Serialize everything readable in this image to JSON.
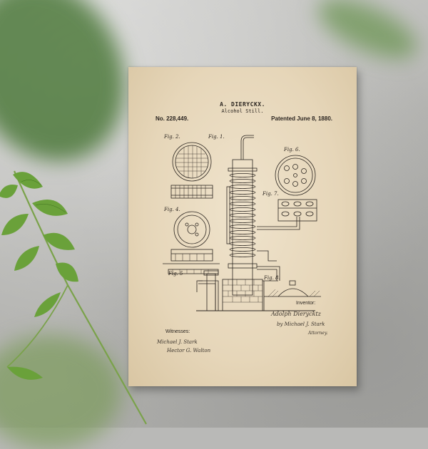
{
  "poster": {
    "inventor_name": "A. DIERYCKX.",
    "title": "Alcohol Still.",
    "patent_number": "No. 228,449.",
    "patent_date": "Patented June 8, 1880.",
    "witnesses_label": "Witnesses:",
    "inventor_label": "Inventor:",
    "witness_sig_1": "Michael J. Stark",
    "witness_sig_2": "Hector G. Walton",
    "inventor_sig": "Adolph Dierycktz",
    "attorney_sig": "by Michael J. Stark",
    "attorney_label": "Attorney.",
    "fig_labels": [
      "Fig. 2.",
      "Fig. 1.",
      "Fig. 6.",
      "Fig. 7.",
      "Fig. 4.",
      "Fig. 5",
      "Fig. 8."
    ]
  },
  "colors": {
    "wall": "#b9b9b7",
    "paper": "#e6d6b9",
    "ink": "#2b2520",
    "leaf": "#6aa13a"
  }
}
